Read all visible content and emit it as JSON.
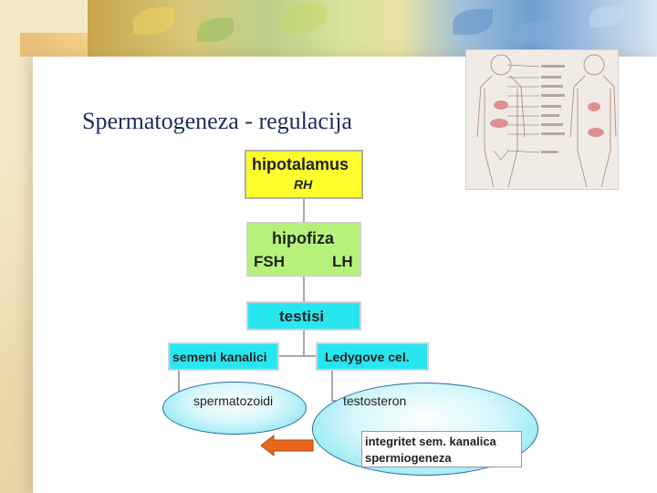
{
  "slide": {
    "title": "Spermatogeneza - regulacija"
  },
  "diagram": {
    "hypothalamus": {
      "label": "hipotalamus",
      "hormone": "RH"
    },
    "pituitary": {
      "label": "hipofiza",
      "hormone_left": "FSH",
      "hormone_right": "LH"
    },
    "testes": {
      "label": "testisi"
    },
    "seminiferous": {
      "label": "semeni kanalici",
      "product": "spermatozoidi"
    },
    "leydig": {
      "label": "Ledygove cel.",
      "product": "testosteron"
    },
    "effects": {
      "line1": "integritet sem. kanalica",
      "line2": "spermiogeneza"
    }
  },
  "colors": {
    "title": "#1d2a5e",
    "hypothalamus_box": "#ffff2e",
    "pituitary_box": "#b6f27a",
    "testes_box": "#28e6f0",
    "arrow": "#e8661c"
  },
  "icons": {
    "anatomy_image": "endocrine-anatomy-illustration",
    "arrow": "left-arrow-icon"
  }
}
